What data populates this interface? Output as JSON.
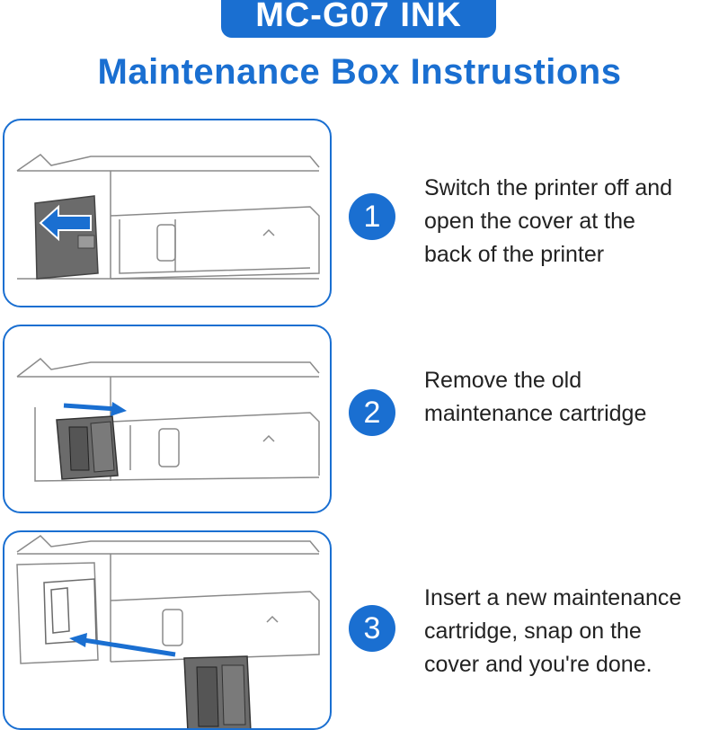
{
  "header": {
    "badge_text": "MC-G07 INK",
    "title": "Maintenance Box Instrustions"
  },
  "colors": {
    "accent": "#1a6fd1",
    "text": "#222222",
    "cartridge": "#6b6b6b"
  },
  "steps": [
    {
      "number": "1",
      "lines": [
        "Switch the printer off and",
        "open the cover at the",
        "back of the printer"
      ]
    },
    {
      "number": "2",
      "lines": [
        "Remove the old",
        "maintenance cartridge"
      ]
    },
    {
      "number": "3",
      "lines": [
        "Insert a new maintenance",
        "cartridge, snap on the",
        "cover and you're done."
      ]
    }
  ]
}
